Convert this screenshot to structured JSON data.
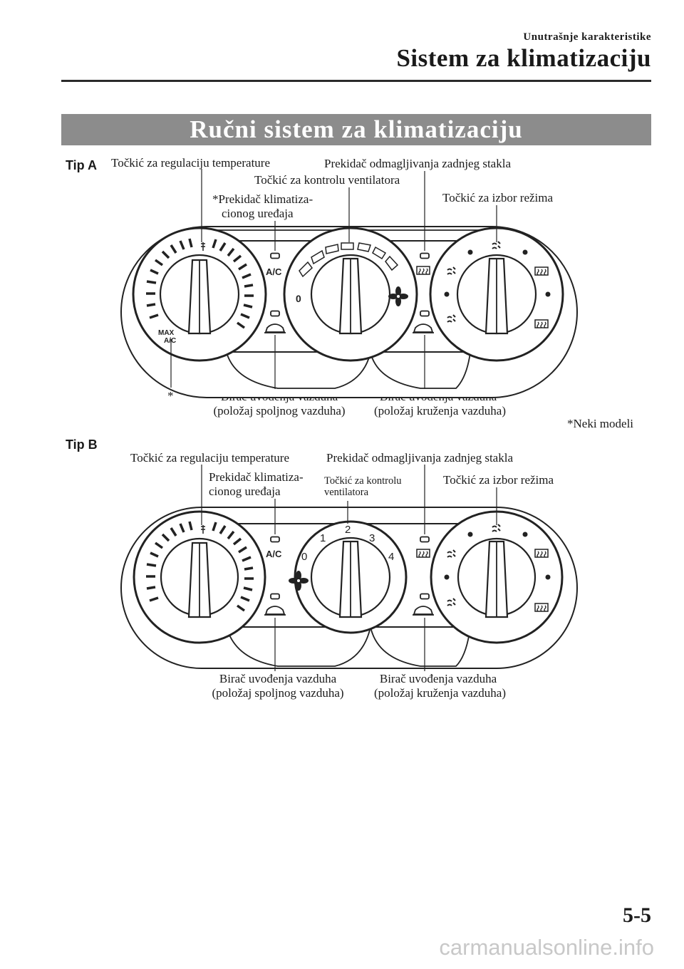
{
  "header": {
    "section": "Unutrašnje karakteristike",
    "title": "Sistem za klimatizaciju"
  },
  "banner": "Ručni sistem za klimatizaciju",
  "tip_a": {
    "label": "Tip A",
    "temp_knob": "Točkić za regulaciju temperature",
    "defrost_switch": "Prekidač odmagljivanja zadnjeg stakla",
    "fan_knob": "Točkić za kontrolu ventilatora",
    "ac_switch_line1": "*Prekidač klimatiza-",
    "ac_switch_line2": "cionog uređaja",
    "mode_knob": "Točkić za izbor režima",
    "asterisk": "*",
    "intake_outside_line1": "Birač uvođenja vazduha",
    "intake_outside_line2": "(položaj spoljnog vazduha)",
    "intake_recirc_line1": "Birač uvođenja vazduha",
    "intake_recirc_line2": "(položaj kruženja vazduha)",
    "footnote": "*Neki modeli",
    "panel_ac": "A/C",
    "panel_max": "MAX",
    "panel_max_ac": "A/C",
    "panel_zero": "0"
  },
  "tip_b": {
    "label": "Tip B",
    "temp_knob": "Točkić za regulaciju temperature",
    "defrost_switch": "Prekidač odmagljivanja zadnjeg stakla",
    "ac_switch_line1": "Prekidač klimatiza-",
    "ac_switch_line2": "cionog uređaja",
    "fan_knob_line1": "Točkić za kontrolu",
    "fan_knob_line2": "ventilatora",
    "mode_knob": "Točkić za izbor režima",
    "intake_outside_line1": "Birač uvođenja vazduha",
    "intake_outside_line2": "(položaj spoljnog vazduha)",
    "intake_recirc_line1": "Birač uvođenja vazduha",
    "intake_recirc_line2": "(položaj kruženja vazduha)",
    "panel_ac": "A/C",
    "fan_speeds": [
      "0",
      "1",
      "2",
      "3",
      "4"
    ]
  },
  "page_number": "5-5",
  "watermark": "carmanualsonline.info"
}
